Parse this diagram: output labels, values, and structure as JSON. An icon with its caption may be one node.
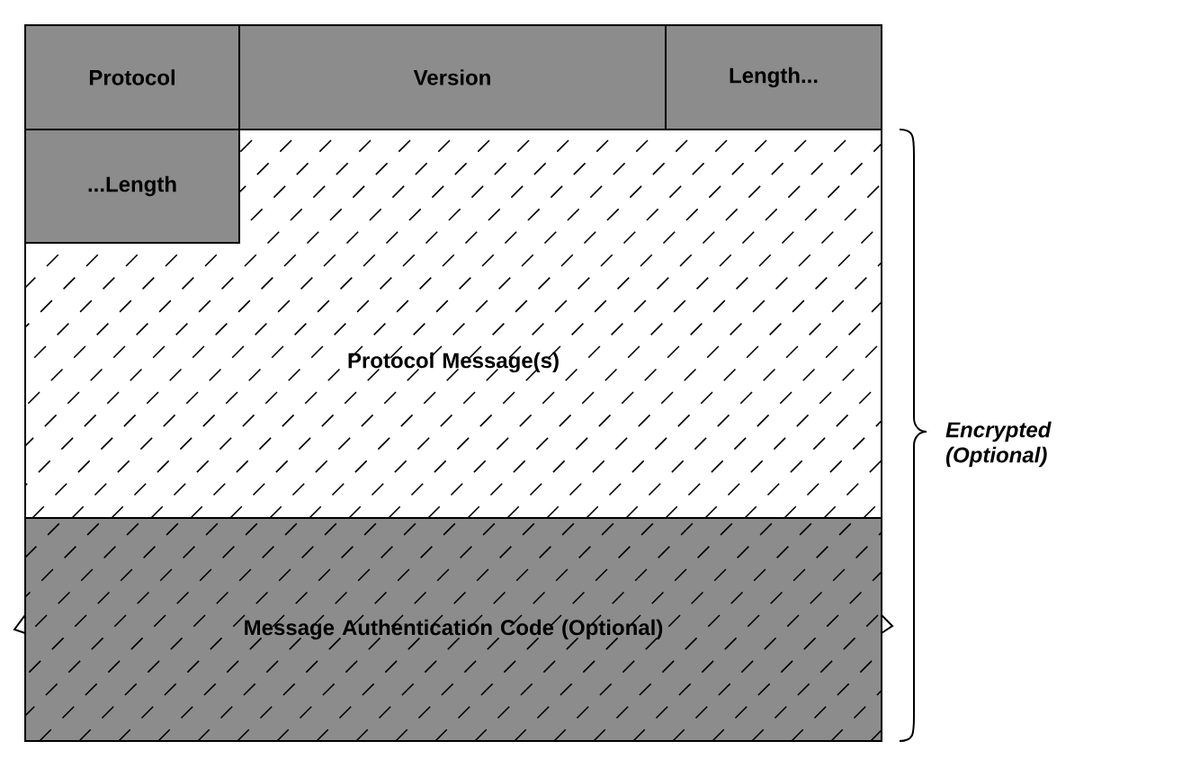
{
  "diagram": {
    "nodes": [
      {
        "text": [
          "Protocol"
        ]
      },
      {
        "text": [
          "Version"
        ]
      },
      {
        "text": [
          "Length..."
        ]
      },
      {
        "text": [
          "...Length"
        ]
      },
      {
        "text": [
          "Protocol Message(s)"
        ]
      },
      {
        "text": [
          "Message Authentication Code (Optional)"
        ]
      }
    ],
    "labels": [
      "Encrypted (Optional)"
    ]
  }
}
